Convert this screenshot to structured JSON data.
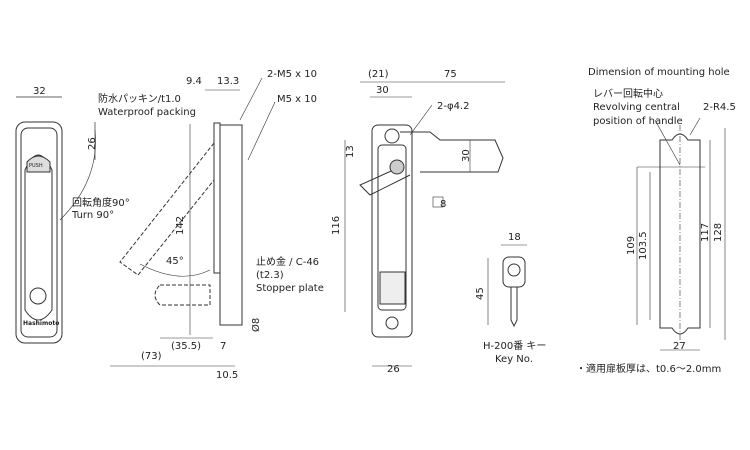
{
  "front_view": {
    "width_dim": "32",
    "dim_26": "26",
    "turn_jp": "回転角度90°",
    "turn_en": "Turn 90°",
    "brand": "Hashimoto",
    "push": "PUSH"
  },
  "side_view": {
    "dim_9_4": "9.4",
    "dim_13_3": "13.3",
    "screw_1": "2-M5 x 10",
    "screw_2": "M5 x 10",
    "packing_jp": "防水パッキン/t1.0",
    "packing_en": "Waterproof packing",
    "dim_142": "142",
    "angle": "45°",
    "stopper_jp": "止め金 / C-46",
    "stopper_t": "(t2.3)",
    "stopper_en": "Stopper plate",
    "dia_8": "Ø8",
    "dim_35_5": "(35.5)",
    "dim_7": "7",
    "dim_73": "(73)",
    "dim_10_5": "10.5"
  },
  "rear_view": {
    "dim_116": "116",
    "dim_21": "(21)",
    "dim_75": "75",
    "dim_30_h": "30",
    "holes": "2-φ4.2",
    "dim_13": "13",
    "dim_30_v": "30",
    "sq_8": "8",
    "dim_26": "26"
  },
  "key": {
    "dim_18": "18",
    "dim_45": "45",
    "label_jp": "H-200番 キー",
    "label_en": "Key No."
  },
  "mounting_hole": {
    "title": "Dimension of mounting hole",
    "center_jp": "レバー回転中心",
    "center_en_1": "Revolving central",
    "center_en_2": "position of handle",
    "radius": "2-R4.5",
    "dim_109": "109",
    "dim_103_5": "103.5",
    "dim_117": "117",
    "dim_128": "128",
    "dim_27": "27",
    "note": "・適用扉板厚は、t0.6～2.0mm"
  }
}
